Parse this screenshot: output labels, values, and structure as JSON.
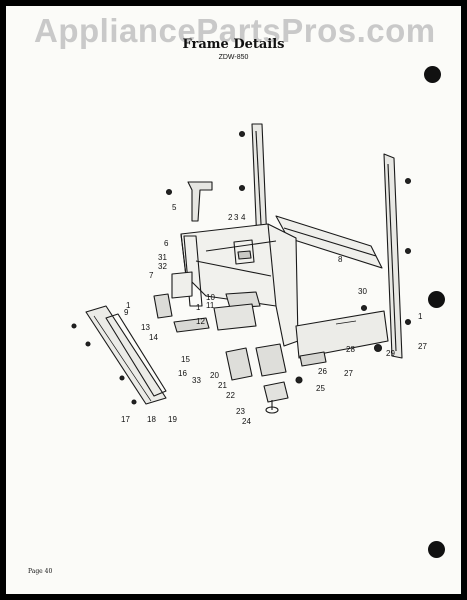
{
  "watermark": "AppliancePartsPros.com",
  "title": "Frame Details",
  "model": "ZDW-850",
  "footer": "Page 40",
  "labels": [
    "1",
    "2",
    "3",
    "4",
    "5",
    "6",
    "7",
    "8",
    "9",
    "10",
    "11",
    "12",
    "13",
    "14",
    "15",
    "16",
    "17",
    "18",
    "19",
    "20",
    "21",
    "22",
    "23",
    "24",
    "25",
    "26",
    "27",
    "28",
    "29",
    "30",
    "31",
    "32",
    "33"
  ]
}
